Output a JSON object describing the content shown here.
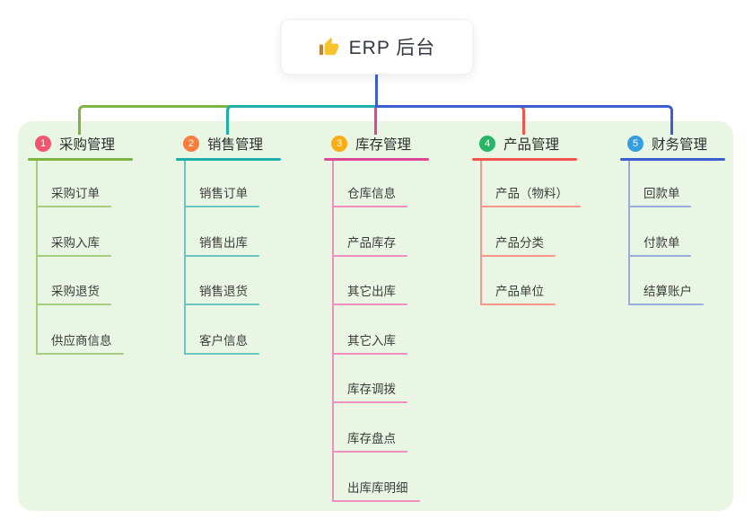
{
  "root": {
    "label": "ERP 后台",
    "icon": "thumbs-up-icon",
    "icon_color": "#F9C32E",
    "icon_cuff_color": "#C07F35",
    "text_color": "#343744",
    "connector_color": "#3D5ED1"
  },
  "canvas": {
    "page_bg": "#ffffff",
    "panel_bg": "#EAF6E4"
  },
  "branches": [
    {
      "num": "1",
      "label": "采购管理",
      "badge_color": "#F1566F",
      "line_color": "#7CB342",
      "sub_line_color": "#A7CE7F",
      "items": [
        "采购订单",
        "采购入库",
        "采购退货",
        "供应商信息"
      ]
    },
    {
      "num": "2",
      "label": "销售管理",
      "badge_color": "#F97E3E",
      "line_color": "#1EAFA9",
      "sub_line_color": "#6CC6C0",
      "items": [
        "销售订单",
        "销售出库",
        "销售退货",
        "客户信息"
      ]
    },
    {
      "num": "3",
      "label": "库存管理",
      "badge_color": "#FCAD12",
      "line_color": "#DD4795",
      "sub_line_color": "#EF8FBE",
      "items": [
        "仓库信息",
        "产品库存",
        "其它出库",
        "其它入库",
        "库存调拨",
        "库存盘点",
        "出库库明细"
      ]
    },
    {
      "num": "4",
      "label": "产品管理",
      "badge_color": "#28B566",
      "line_color": "#F4534E",
      "sub_line_color": "#F79790",
      "items": [
        "产品（物料）",
        "产品分类",
        "产品单位"
      ]
    },
    {
      "num": "5",
      "label": "财务管理",
      "badge_color": "#339FE0",
      "line_color": "#3D5ED1",
      "sub_line_color": "#9BABDC",
      "items": [
        "回款单",
        "付款单",
        "结算账户"
      ]
    }
  ]
}
